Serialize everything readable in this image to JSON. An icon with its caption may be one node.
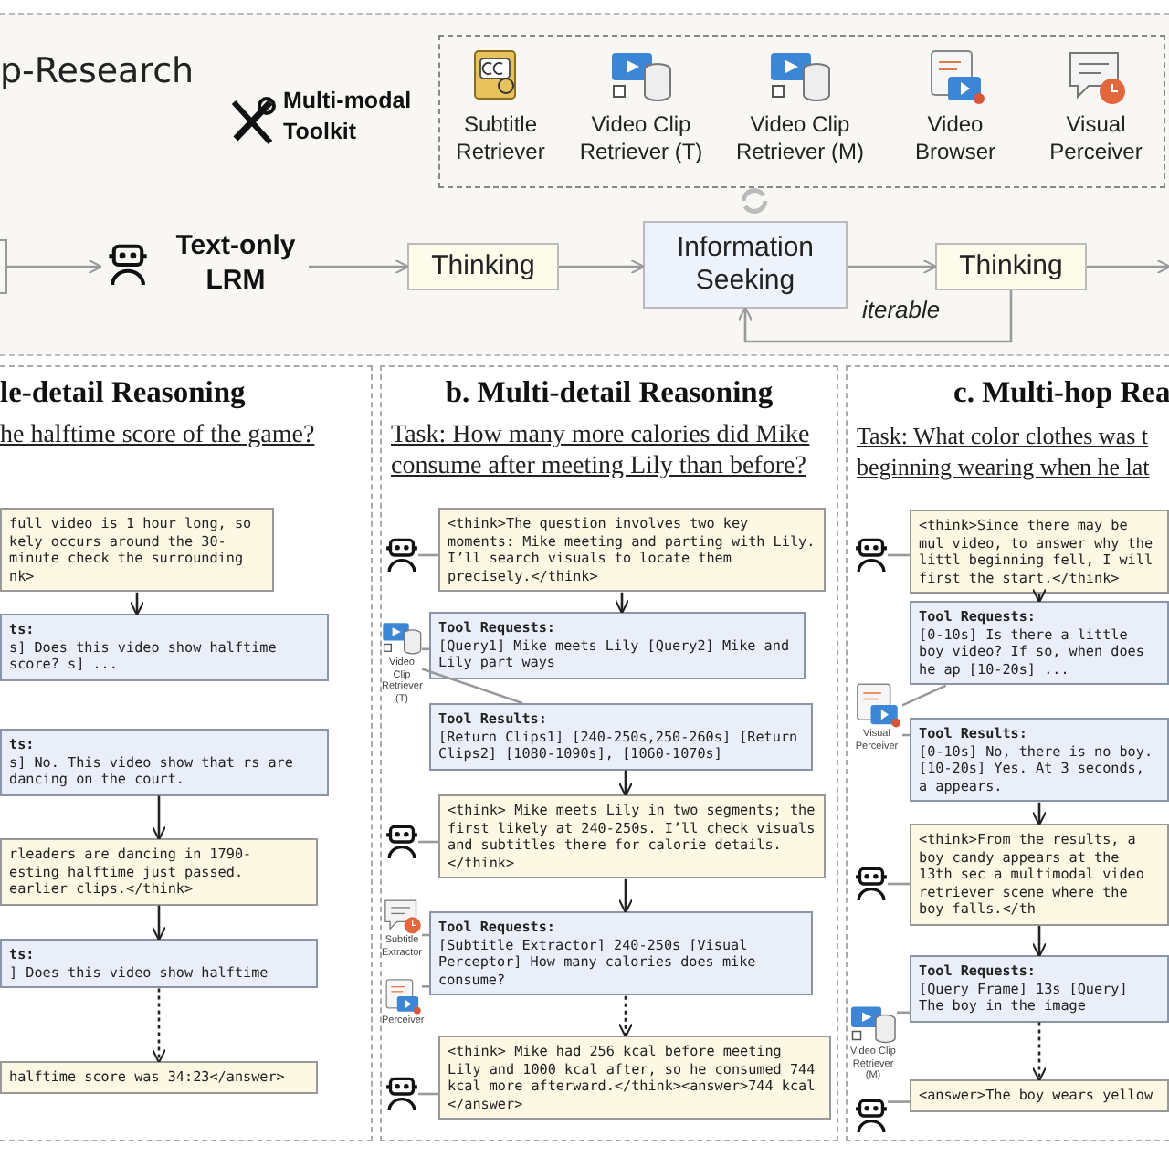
{
  "diagram": {
    "nodes": [
      {
        "text": [
          "p-Research"
        ]
      },
      {
        "text": [
          "Multi-modal Toolkit"
        ],
        "in": 0
      },
      {
        "text": [
          "Subtitle Retriever"
        ],
        "in": 1
      },
      {
        "text": [
          "Video Clip Retriever (T)"
        ],
        "in": 1
      },
      {
        "text": [
          "Video Clip Retriever (M)"
        ],
        "in": 1
      },
      {
        "text": [
          "Video Browser"
        ],
        "in": 1
      },
      {
        "text": [
          "Visual Perceiver"
        ],
        "in": 1
      },
      {
        "text": [],
        "shape": "box",
        "in": 0
      },
      {
        "text": [
          "Text-only LRM"
        ],
        "in": 0
      },
      {
        "text": [
          "Thinking"
        ],
        "in": 0
      },
      {
        "text": [
          "Information Seeking"
        ],
        "in": 0
      },
      {
        "text": [
          "Thinking"
        ],
        "in": 0
      },
      {
        "text": [
          "le-detail Reasoning",
          "he halftime score of the game?"
        ]
      },
      {
        "text": [
          "full video is 1 hour long, so kely occurs around the 30-minute check the surrounding nk>"
        ],
        "in": 12
      },
      {
        "text": [
          "ts:",
          "s] Does this video show halftime score? s] ..."
        ],
        "in": 12
      },
      {
        "text": [
          "ts:",
          "s] No. This video show that rs are dancing on the court."
        ],
        "in": 12
      },
      {
        "text": [
          "rleaders are dancing in 1790- esting halftime just passed. earlier clips.</think>"
        ],
        "in": 12
      },
      {
        "text": [
          "ts:",
          "] Does this video show halftime"
        ],
        "in": 12
      },
      {
        "text": [
          "halftime score was 34:23</answer>"
        ],
        "in": 12
      },
      {
        "text": [
          "b. Multi-detail Reasoning",
          "Task: How many more calories did Mike consume after meeting Lily than before?"
        ]
      },
      {
        "text": [],
        "shape": "picture",
        "in": 19
      },
      {
        "text": [
          "<think>The question involves two key moments: Mike meeting and parting with Lily. I’ll search visuals to locate them precisely.</think>"
        ],
        "in": 19
      },
      {
        "text": [
          "Video Clip Retriever (T)"
        ],
        "in": 19
      },
      {
        "text": [
          "Tool Requests:",
          "[Query1] Mike meets Lily [Query2] Mike and Lily part ways"
        ],
        "in": 19
      },
      {
        "text": [
          "Tool Results:",
          "[Return Clips1] [240-250s,250-260s] [Return Clips2] [1080-1090s], [1060-1070s]"
        ],
        "in": 19
      },
      {
        "text": [],
        "shape": "picture",
        "in": 19
      },
      {
        "text": [
          "<think> Mike meets Lily in two segments; the first likely at 240-250s. I’ll check visuals and subtitles there for calorie details. </think>"
        ],
        "in": 19
      },
      {
        "text": [
          "Subtitle Extractor"
        ],
        "in": 19
      },
      {
        "text": [
          "Perceiver"
        ],
        "in": 19
      },
      {
        "text": [
          "Tool Requests:",
          "[Subtitle Extractor]  240-250s [Visual Perceptor] How many calories does mike consume?"
        ],
        "in": 19
      },
      {
        "text": [],
        "shape": "picture",
        "in": 19
      },
      {
        "text": [
          "<think> Mike had 256 kcal before meeting Lily and 1000 kcal after, so he consumed 744 kcal more afterward.</think><answer>744 kcal </answer>"
        ],
        "in": 19
      },
      {
        "text": [
          "c. Multi-hop Rea",
          "Task: What color clothes was t beginning wearing when he lat"
        ]
      },
      {
        "text": [],
        "shape": "picture",
        "in": 32
      },
      {
        "text": [
          "<think>Since there may be mul video, to answer why the littl beginning fell, I will first the start.</think>"
        ],
        "in": 32
      },
      {
        "text": [
          "Visual Perceiver"
        ],
        "in": 32
      },
      {
        "text": [
          "Tool Requests:",
          "[0-10s] Is there a little boy video? If so, when does he ap [10-20s] ..."
        ],
        "in": 32
      },
      {
        "text": [
          "Tool Results:",
          "[0-10s] No, there is no boy. [10-20s] Yes. At 3 seconds, a appears."
        ],
        "in": 32
      },
      {
        "text": [],
        "shape": "picture",
        "in": 32
      },
      {
        "text": [
          "<think>From the results, a boy candy appears at the 13th sec a multimodal video retriever scene where the boy falls.</th"
        ],
        "in": 32
      },
      {
        "text": [
          "Video Clip Retriever (M)"
        ],
        "in": 32
      },
      {
        "text": [
          "Tool Requests:",
          "[Query Frame] 13s [Query] The boy in the image"
        ],
        "in": 32
      },
      {
        "text": [],
        "shape": "picture",
        "in": 32
      },
      {
        "text": [
          "<answer>The boy wears yellow"
        ],
        "in": 32
      }
    ],
    "edges": [
      {
        "from": 7,
        "to": 8,
        "arrow": "to"
      },
      {
        "from": 8,
        "to": 9,
        "arrow": "to"
      },
      {
        "from": 9,
        "to": 10,
        "arrow": "to"
      },
      {
        "from": 10,
        "to": 11,
        "arrow": "to"
      },
      {
        "from": 11,
        "to": 10,
        "arrow": "to",
        "label": "iterable"
      },
      {
        "from": 11,
        "to": null,
        "arrow": "to"
      },
      {
        "from": 13,
        "to": 14,
        "arrow": "to",
        "color": "#222222"
      },
      {
        "from": 15,
        "to": 16,
        "arrow": "to",
        "color": "#222222"
      },
      {
        "from": 16,
        "to": 17,
        "arrow": "to",
        "color": "#222222"
      },
      {
        "from": 17,
        "to": 18,
        "arrow": "to",
        "style": "dashed",
        "color": "#222222"
      },
      {
        "from": 20,
        "to": 21,
        "arrow": "none"
      },
      {
        "from": 21,
        "to": 23,
        "arrow": "to",
        "color": "#222222"
      },
      {
        "from": 22,
        "to": 23,
        "arrow": "none"
      },
      {
        "from": 22,
        "to": 24,
        "arrow": "none"
      },
      {
        "from": 24,
        "to": 26,
        "arrow": "to",
        "color": "#222222"
      },
      {
        "from": 25,
        "to": 26,
        "arrow": "none"
      },
      {
        "from": 26,
        "to": 29,
        "arrow": "to",
        "color": "#222222"
      },
      {
        "from": 27,
        "to": 29,
        "arrow": "none"
      },
      {
        "from": 28,
        "to": 29,
        "arrow": "none"
      },
      {
        "from": 29,
        "to": 31,
        "arrow": "to",
        "style": "dashed",
        "color": "#222222"
      },
      {
        "from": 30,
        "to": 31,
        "arrow": "none"
      },
      {
        "from": 33,
        "to": 34,
        "arrow": "none"
      },
      {
        "from": 34,
        "to": 36,
        "arrow": "to",
        "color": "#222222"
      },
      {
        "from": 35,
        "to": 36,
        "arrow": "none"
      },
      {
        "from": 35,
        "to": 37,
        "arrow": "none"
      },
      {
        "from": 37,
        "to": 39,
        "arrow": "to",
        "color": "#222222"
      },
      {
        "from": 38,
        "to": 39,
        "arrow": "none"
      },
      {
        "from": 39,
        "to": 41,
        "arrow": "to",
        "color": "#222222"
      },
      {
        "from": 40,
        "to": 41,
        "arrow": "none"
      },
      {
        "from": 41,
        "to": 43,
        "arrow": "to",
        "style": "dashed",
        "color": "#222222"
      },
      {
        "from": 42,
        "to": 43,
        "arrow": "none"
      }
    ]
  }
}
